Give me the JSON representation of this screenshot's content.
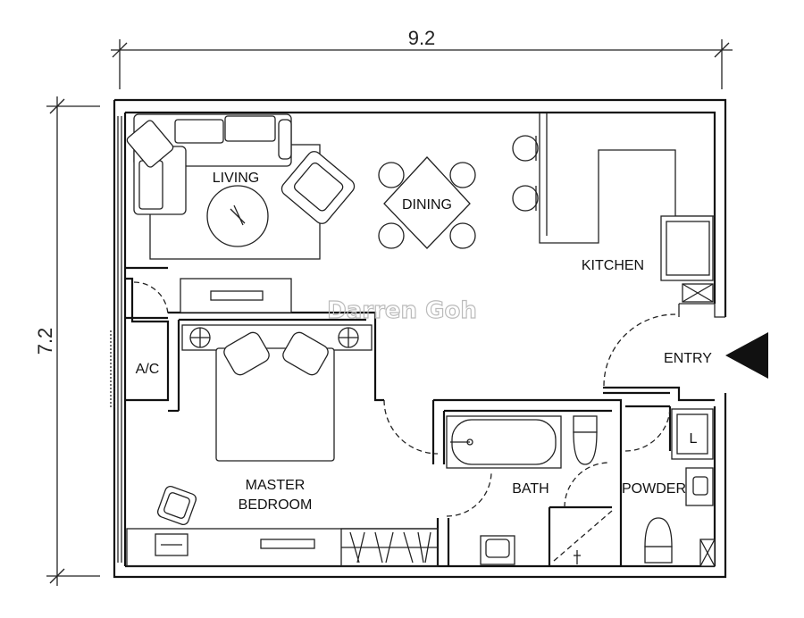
{
  "dimensions": {
    "width": "9.2",
    "height": "7.2"
  },
  "watermark": "Darren Goh",
  "rooms": {
    "living": "LIVING",
    "dining": "DINING",
    "kitchen": "KITCHEN",
    "entry": "ENTRY",
    "ac": "A/C",
    "master_line1": "MASTER",
    "master_line2": "BEDROOM",
    "bath": "BATH",
    "powder": "POWDER"
  },
  "appliance_mark": "L",
  "colors": {
    "ink": "#111111",
    "watermark": "#bbbbbb"
  }
}
